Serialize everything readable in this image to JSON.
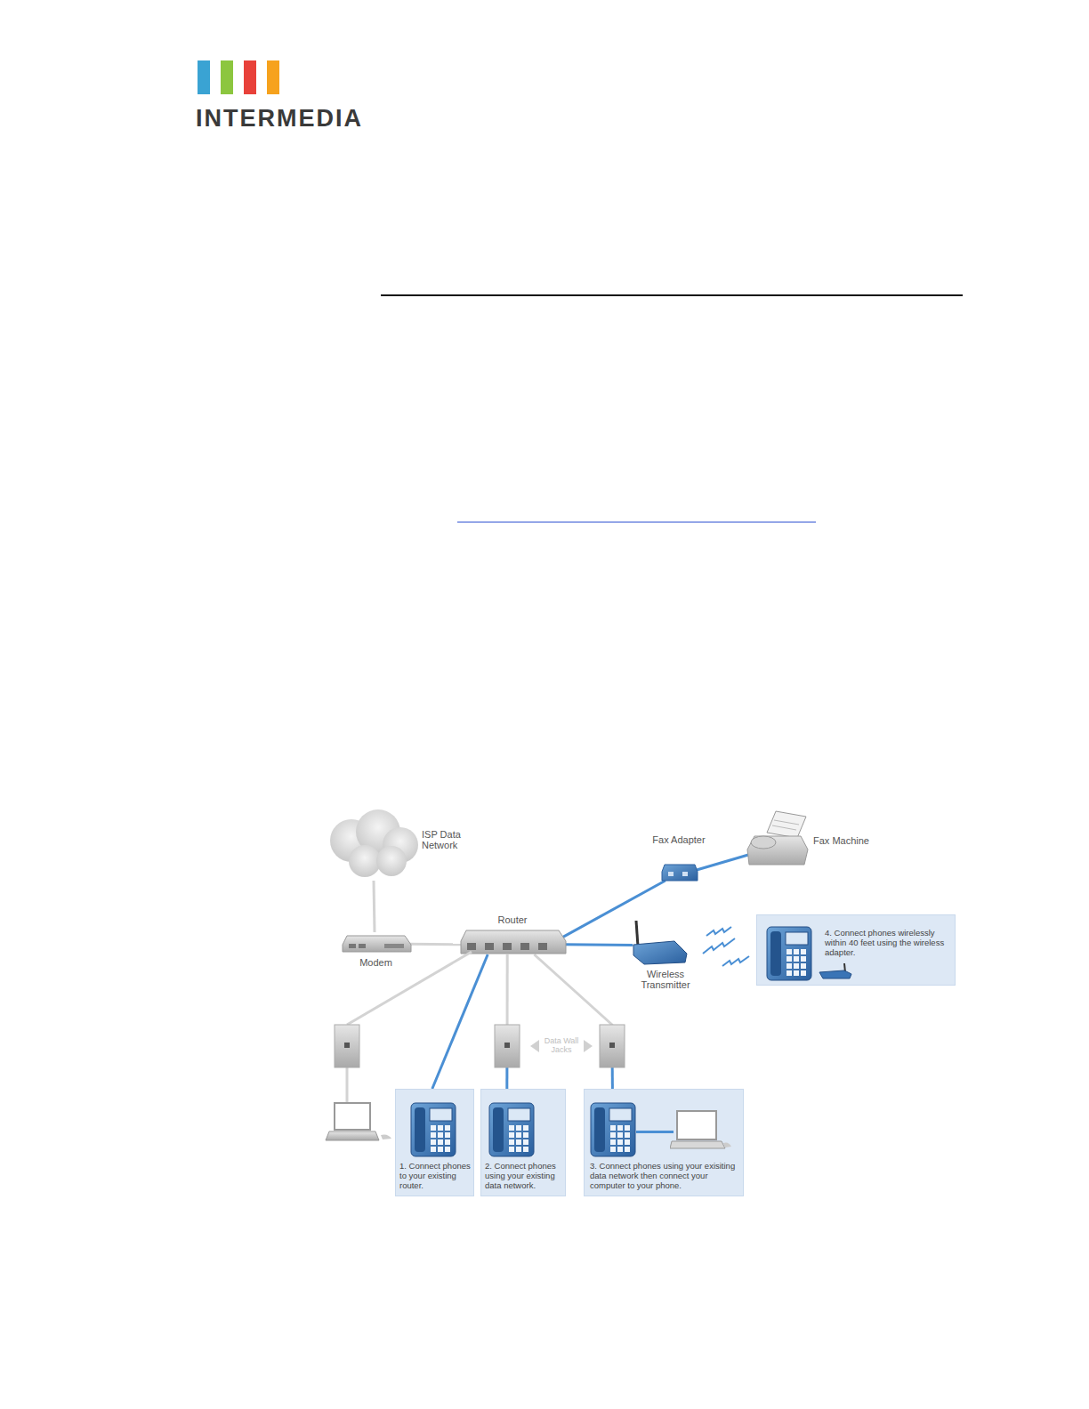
{
  "diagram": {
    "nodes": [
      {
        "text": [
          "ISP Data Network"
        ]
      },
      {
        "text": [
          "Modem"
        ]
      },
      {
        "text": [
          "Router"
        ]
      },
      {
        "text": [
          "Fax Adapter"
        ]
      },
      {
        "text": [
          "Fax Machine"
        ]
      },
      {
        "text": [
          "Wireless Transmitter"
        ]
      },
      {
        "text": [
          "4. Connect phones wirelessly within 40 feet using the wireless adapter."
        ]
      },
      {
        "text": [
          "1. Connect phones to your existing router."
        ]
      },
      {
        "text": [
          "2. Connect phones using your existing data network."
        ]
      },
      {
        "text": [
          "3. Connect phones using your exisiting data network then connect your computer to your phone."
        ]
      }
    ],
    "edges": [
      {
        "from": 0,
        "to": 1,
        "arrow": "none"
      },
      {
        "from": 1,
        "to": 2,
        "arrow": "none"
      },
      {
        "from": 2,
        "to": 3,
        "arrow": "none"
      },
      {
        "from": 3,
        "to": 4,
        "arrow": "none"
      },
      {
        "from": 2,
        "to": 5,
        "arrow": "none"
      },
      {
        "from": 2,
        "to": 7,
        "arrow": "none"
      },
      {
        "from": 2,
        "to": 8,
        "arrow": "none"
      },
      {
        "from": 2,
        "to": 9,
        "arrow": "none"
      }
    ],
    "labels": [
      "INTERMEDIA",
      "Data Wall Jacks"
    ]
  }
}
